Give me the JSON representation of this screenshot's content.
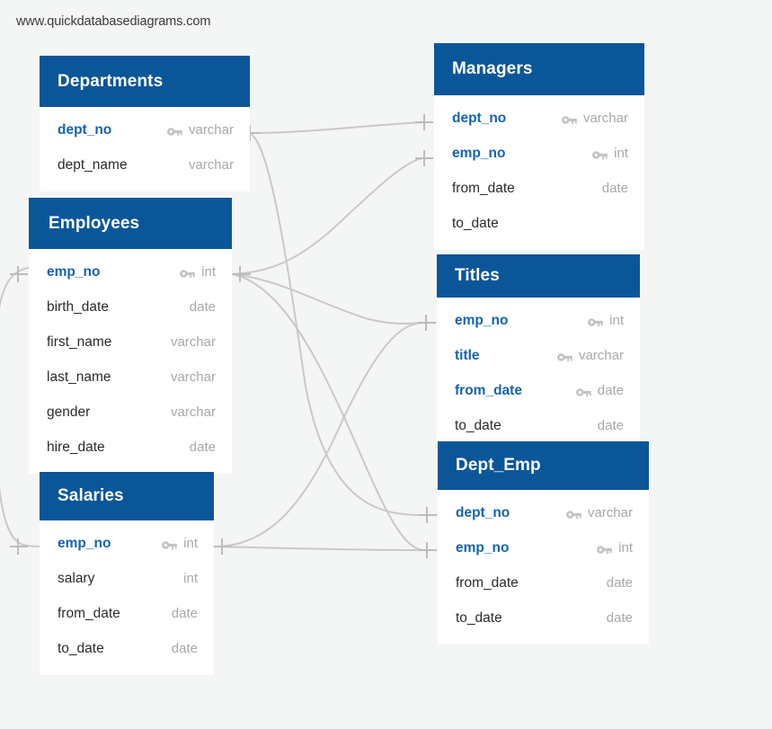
{
  "watermark": "www.quickdatabasediagrams.com",
  "theme": {
    "header_bg": "#0B5699",
    "header_text": "#ffffff",
    "body_bg": "#ffffff",
    "canvas_bg": "#f4f5f5",
    "pk_color": "#1463b0",
    "column_color": "#2b2b2b",
    "type_color": "#a8a8a8",
    "edge_color": "#c9c9c9"
  },
  "icons": {
    "key": "key-icon"
  },
  "tables": {
    "departments": {
      "name": "Departments",
      "columns": [
        {
          "name": "dept_no",
          "type": "varchar",
          "pk": true,
          "key": true
        },
        {
          "name": "dept_name",
          "type": "varchar",
          "pk": false,
          "key": false
        }
      ]
    },
    "employees": {
      "name": "Employees",
      "columns": [
        {
          "name": "emp_no",
          "type": "int",
          "pk": true,
          "key": true
        },
        {
          "name": "birth_date",
          "type": "date",
          "pk": false,
          "key": false
        },
        {
          "name": "first_name",
          "type": "varchar",
          "pk": false,
          "key": false
        },
        {
          "name": "last_name",
          "type": "varchar",
          "pk": false,
          "key": false
        },
        {
          "name": "gender",
          "type": "varchar",
          "pk": false,
          "key": false
        },
        {
          "name": "hire_date",
          "type": "date",
          "pk": false,
          "key": false
        }
      ]
    },
    "salaries": {
      "name": "Salaries",
      "columns": [
        {
          "name": "emp_no",
          "type": "int",
          "pk": true,
          "key": true
        },
        {
          "name": "salary",
          "type": "int",
          "pk": false,
          "key": false
        },
        {
          "name": "from_date",
          "type": "date",
          "pk": false,
          "key": false
        },
        {
          "name": "to_date",
          "type": "date",
          "pk": false,
          "key": false
        }
      ]
    },
    "managers": {
      "name": "Managers",
      "columns": [
        {
          "name": "dept_no",
          "type": "varchar",
          "pk": true,
          "key": true
        },
        {
          "name": "emp_no",
          "type": "int",
          "pk": true,
          "key": true
        },
        {
          "name": "from_date",
          "type": "date",
          "pk": false,
          "key": false
        },
        {
          "name": "to_date",
          "type": "",
          "pk": false,
          "key": false
        }
      ]
    },
    "titles": {
      "name": "Titles",
      "columns": [
        {
          "name": "emp_no",
          "type": "int",
          "pk": true,
          "key": true
        },
        {
          "name": "title",
          "type": "varchar",
          "pk": true,
          "key": true
        },
        {
          "name": "from_date",
          "type": "date",
          "pk": true,
          "key": true
        },
        {
          "name": "to_date",
          "type": "date",
          "pk": false,
          "key": false
        }
      ]
    },
    "dept_emp": {
      "name": "Dept_Emp",
      "columns": [
        {
          "name": "dept_no",
          "type": "varchar",
          "pk": true,
          "key": true
        },
        {
          "name": "emp_no",
          "type": "int",
          "pk": true,
          "key": true
        },
        {
          "name": "from_date",
          "type": "date",
          "pk": false,
          "key": false
        },
        {
          "name": "to_date",
          "type": "date",
          "pk": false,
          "key": false
        }
      ]
    }
  },
  "relationships": [
    {
      "from": "Departments.dept_no",
      "to": "Managers.dept_no"
    },
    {
      "from": "Departments.dept_no",
      "to": "Dept_Emp.dept_no"
    },
    {
      "from": "Employees.emp_no",
      "to": "Managers.emp_no"
    },
    {
      "from": "Employees.emp_no",
      "to": "Titles.emp_no"
    },
    {
      "from": "Employees.emp_no",
      "to": "Dept_Emp.emp_no"
    },
    {
      "from": "Employees.emp_no",
      "to": "Salaries.emp_no"
    },
    {
      "from": "Salaries.emp_no",
      "to": "Titles.emp_no"
    },
    {
      "from": "Salaries.emp_no",
      "to": "Dept_Emp.emp_no"
    }
  ]
}
